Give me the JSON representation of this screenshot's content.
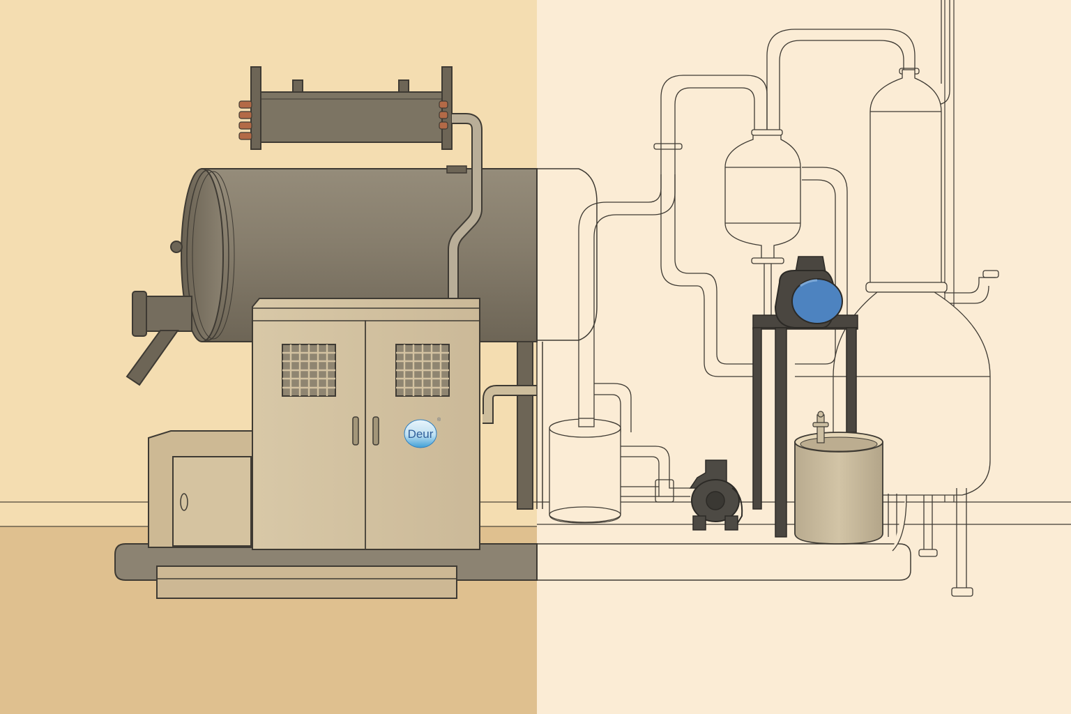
{
  "illustration": {
    "style": "split view: shaded rendering (left) and line drawing (right)",
    "logo": {
      "brand": "Deur",
      "registered_mark": "®"
    },
    "colors": {
      "wall_left": "#f4ddb1",
      "wall_right": "#fbecd5",
      "floor_left": "#dfc08f",
      "outline": "#3e3a33",
      "tank": "#837a69",
      "cabinet": "#d3c2a1",
      "motor_blue": "#4d83c0",
      "flange_copper": "#b36a47"
    },
    "components": {
      "left_side": [
        "condenser-heat-exchanger",
        "horizontal-tank",
        "control-cabinet",
        "base-cabinet",
        "discharge-spout",
        "skid-base"
      ],
      "right_side": [
        "vertical-column-vessel",
        "separator-flask",
        "pump-motor",
        "pump-stand",
        "receiving-bucket",
        "collection-tank",
        "small-pump",
        "piping"
      ]
    }
  }
}
